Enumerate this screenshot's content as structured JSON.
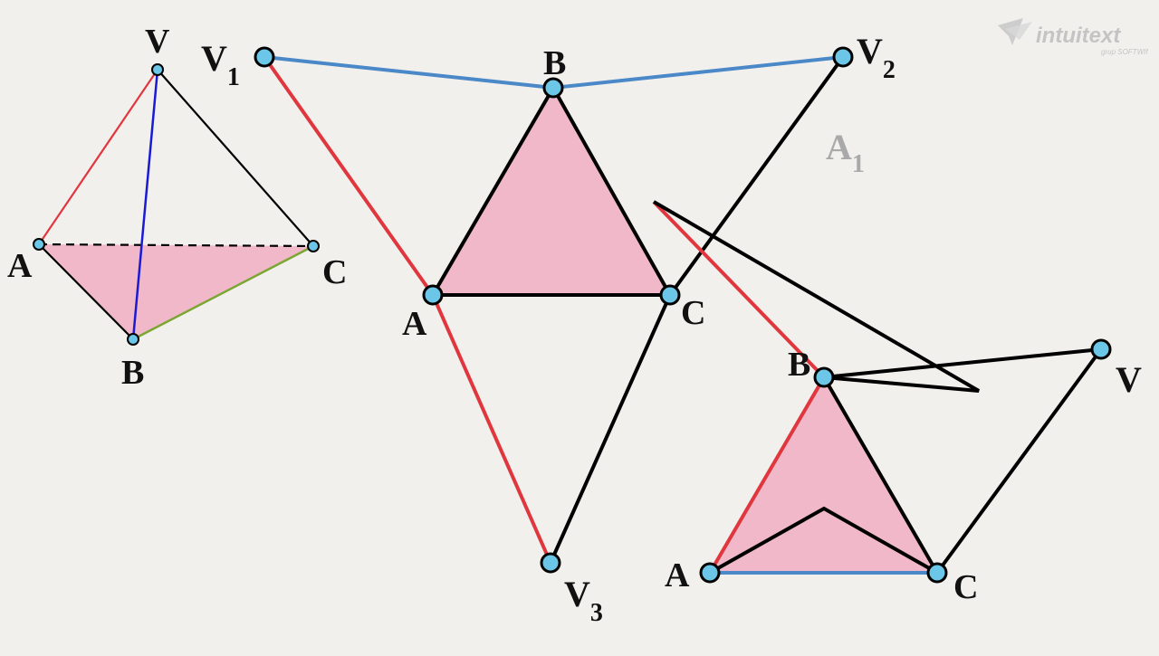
{
  "figure_left": {
    "labels": {
      "v": "V",
      "a": "A",
      "b": "B",
      "c": "C"
    }
  },
  "figure_net": {
    "labels": {
      "v1": "V",
      "v1_sub": "1",
      "v2": "V",
      "v2_sub": "2",
      "v3": "V",
      "v3_sub": "3",
      "a": "A",
      "b": "B",
      "c": "C"
    },
    "face_label": "A",
    "face_label_sub": "1"
  },
  "figure_right": {
    "labels": {
      "v": "V",
      "a": "A",
      "b": "B",
      "c": "C"
    }
  },
  "logo": {
    "brand": "intuitext",
    "tagline": "grup SOFTWIN"
  },
  "colors": {
    "background": "#f1f0ed",
    "face_fill": "#f0b8c8",
    "vertex_fill": "#6cc6e8",
    "edge_red": "#e0373f",
    "edge_blue": "#4a88c7",
    "edge_deep_blue": "#1a1ad4",
    "edge_green": "#7ba632",
    "edge_black": "#000000"
  }
}
